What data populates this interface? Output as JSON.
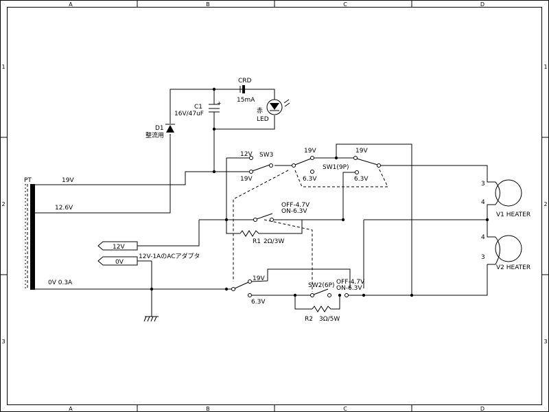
{
  "frame": {
    "columns": [
      "A",
      "B",
      "C",
      "D"
    ],
    "rows": [
      "1",
      "2",
      "3"
    ]
  },
  "labels": {
    "pt": "PT",
    "tap_19v": "19V",
    "tap_12v6": "12.6V",
    "tap_0v": "0V 0.3A",
    "d1": "D1",
    "d1_desc": "整流用",
    "c1": "C1",
    "c1_value": "16V/47uF",
    "crd": "CRD",
    "crd_value": "15mA",
    "led_color": "赤",
    "led": "LED",
    "sw3": "SW3",
    "sw3_12v": "12V",
    "sw3_19v": "19V",
    "sw1": "SW1(9P)",
    "sw1_19v_a": "19V",
    "sw1_19v_b": "19V",
    "sw1_63v_a": "6.3V",
    "sw1_63v_b": "6.3V",
    "sw_a_off": "OFF-4.7V",
    "sw_a_on": "ON-6.3V",
    "r1": "R1",
    "r1_value": "2Ω/3W",
    "adapter_12v": "12V",
    "adapter_0v": "0V",
    "adapter": "12V-1AのACアダプタ",
    "sw_b_19v": "19V",
    "sw_b_63v": "6.3V",
    "sw2": "SW2(6P)",
    "sw2_off": "OFF-4.7V",
    "sw2_on": "ON-6.3V",
    "r2": "R2",
    "r2_value": "3Ω/5W",
    "v1_pin3": "3",
    "v1_pin4": "4",
    "v1": "V1 HEATER",
    "v2_pin4": "4",
    "v2_pin3": "3",
    "v2": "V2 HEATER"
  }
}
